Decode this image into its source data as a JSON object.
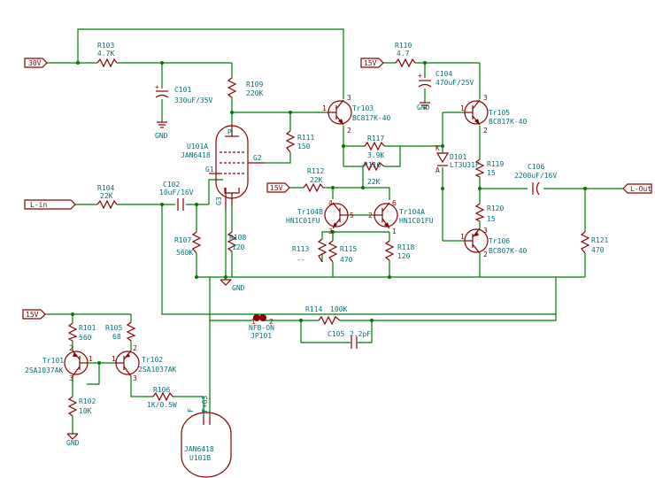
{
  "ports": {
    "v30": "30V",
    "v15a": "15V",
    "v15b": "15V",
    "v15c": "15V",
    "lin": "L-in",
    "lout": "L-Out"
  },
  "parts": {
    "r103": [
      "R103",
      "4.7K"
    ],
    "r110": [
      "R110",
      "4.7"
    ],
    "r109": [
      "R109",
      "220K"
    ],
    "r111": [
      "R111",
      "150"
    ],
    "r117": [
      "R117",
      "3.9K"
    ],
    "r116": [
      "R116",
      "22K"
    ],
    "r112": [
      "R112",
      "22K"
    ],
    "r104": [
      "R104",
      "22K"
    ],
    "r107": [
      "R107",
      "560K"
    ],
    "r108": [
      "R108",
      "120"
    ],
    "r113": [
      "R113",
      "--"
    ],
    "r115": [
      "R115",
      "470"
    ],
    "r118": [
      "R118",
      "120"
    ],
    "r119": [
      "R119",
      "15"
    ],
    "r120": [
      "R120",
      "15"
    ],
    "r121": [
      "R121",
      "470"
    ],
    "r114": [
      "R114",
      "100K"
    ],
    "r101": [
      "R101",
      "560"
    ],
    "r105": [
      "R105",
      "68"
    ],
    "r102": [
      "R102",
      "10K"
    ],
    "r106": [
      "R106",
      "1K/0.5W"
    ],
    "c101": [
      "C101",
      "330uF/35V"
    ],
    "c104": [
      "C104",
      "470uF/25V"
    ],
    "c102": [
      "C102",
      "10uF/16V"
    ],
    "c106": [
      "C106",
      "2200uF/16V"
    ],
    "c105": [
      "C105",
      "2.2pF"
    ],
    "tr103": [
      "Tr103",
      "BC817K-40"
    ],
    "tr105": [
      "Tr105",
      "BC817K-40"
    ],
    "tr106": [
      "Tr106",
      "BC807K-40"
    ],
    "tr104b": [
      "Tr104B",
      "HN1C01FU"
    ],
    "tr104a": [
      "Tr104A",
      "HN1C01FU"
    ],
    "tr101": [
      "Tr101",
      "2SA1037AK"
    ],
    "tr102": [
      "Tr102",
      "2SA1037AK"
    ],
    "d101": [
      "D101",
      "LT3U31F"
    ],
    "u101a": [
      "U101A",
      "JAN6418"
    ],
    "u101b": [
      "JAN6418",
      "U101B"
    ],
    "jp101": [
      "NFB-ON",
      "JP101"
    ]
  },
  "gnd": "GND",
  "pins": {
    "g1": "G1",
    "g2": "G2",
    "g3": "G3",
    "f": "F",
    "fg3": "F+G3",
    "p": "P"
  }
}
